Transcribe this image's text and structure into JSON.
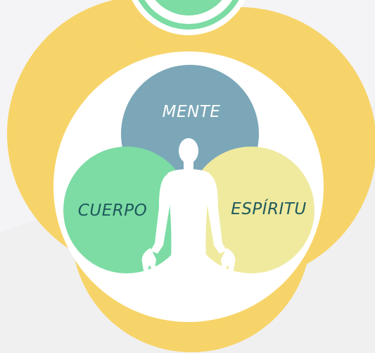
{
  "labels": {
    "mente": "MENTE",
    "cuerpo": "CUERPO",
    "espiritu": "ESPÍRITU"
  },
  "colors": {
    "background": "#f4f4f6",
    "outer_yellow": "#f7d469",
    "white": "#ffffff",
    "mente_circle": "#7ba7b8",
    "cuerpo_circle": "#7cdca4",
    "espiritu_circle": "#efea9e",
    "top_ring": "#7cdca4",
    "label_light": "#ffffff",
    "label_dark": "#1f5a5c"
  }
}
